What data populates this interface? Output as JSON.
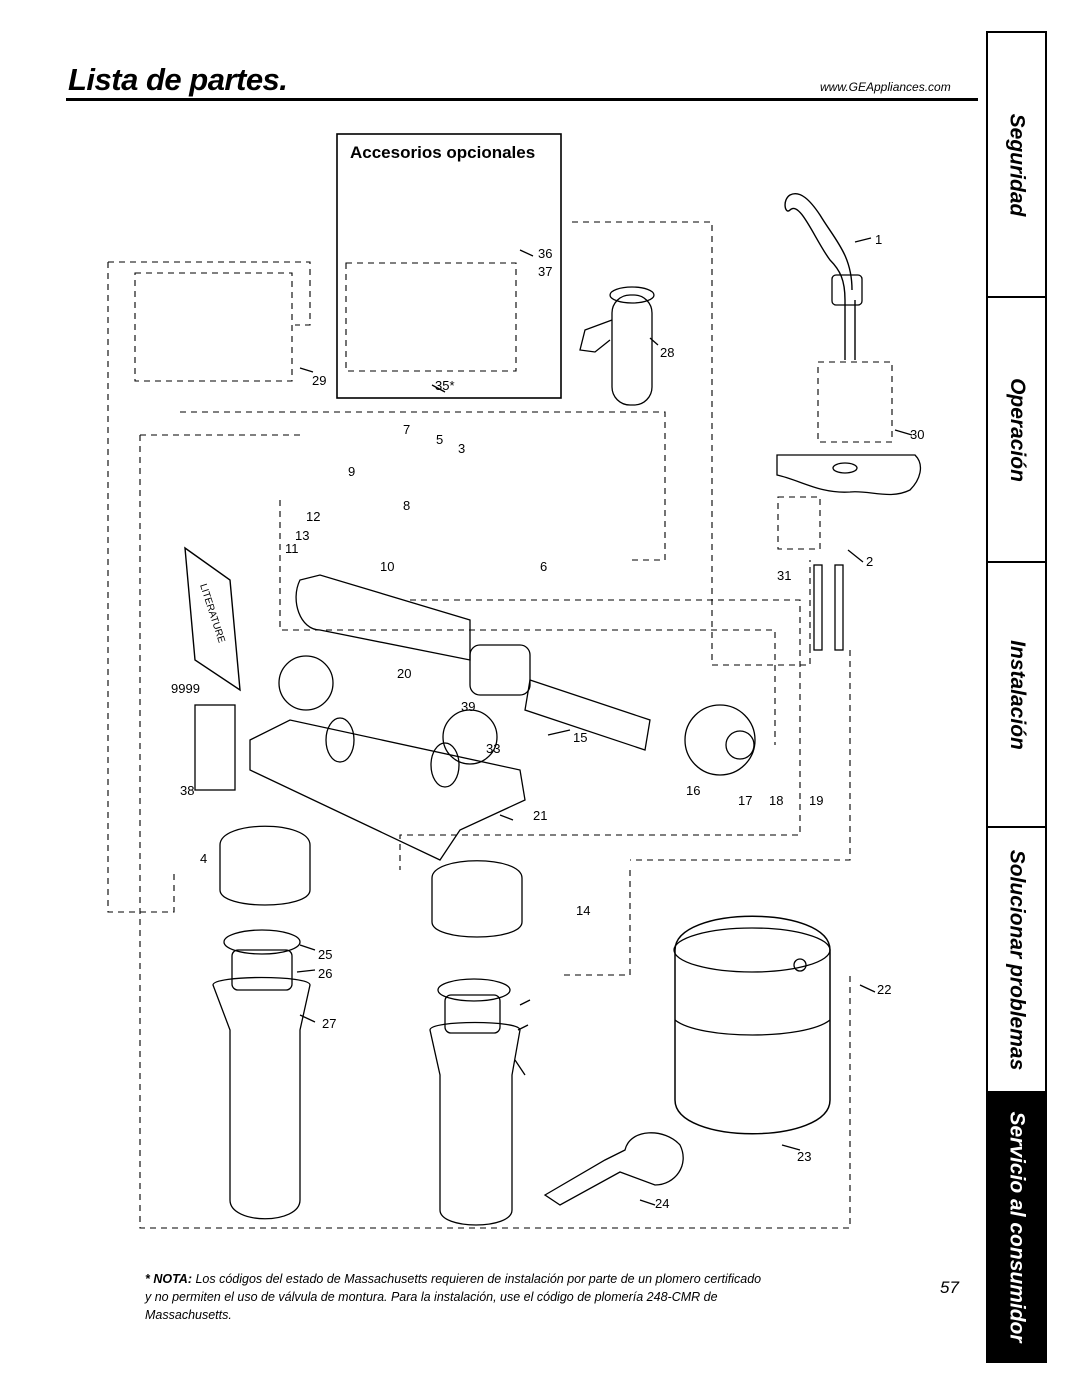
{
  "header": {
    "title": "Lista de partes.",
    "url": "www.GEAppliances.com"
  },
  "tabs": [
    {
      "label": "Seguridad"
    },
    {
      "label": "Operación"
    },
    {
      "label": "Instalación"
    },
    {
      "label": "Solucionar problemas"
    },
    {
      "label": "Servicio al consumidor"
    }
  ],
  "accessories_title": "Accesorios opcionales",
  "literature_label": "LITERATURE",
  "part_numbers": [
    "1",
    "2",
    "3",
    "4",
    "5",
    "6",
    "7",
    "8",
    "9",
    "10",
    "11",
    "12",
    "13",
    "14",
    "15",
    "16",
    "17",
    "18",
    "19",
    "20",
    "21",
    "22",
    "23",
    "24",
    "25",
    "26",
    "27",
    "28",
    "29",
    "30",
    "31",
    "33",
    "35*",
    "36",
    "37",
    "38",
    "39",
    "9999"
  ],
  "note": {
    "prefix": "* NOTA:",
    "text": " Los códigos del estado de Massachusetts requieren de instalación por parte de un plomero certificado y no permiten el uso de válvula de montura. Para la instalación, use el código de plomería 248-CMR de Massachusetts."
  },
  "page_number": "57"
}
